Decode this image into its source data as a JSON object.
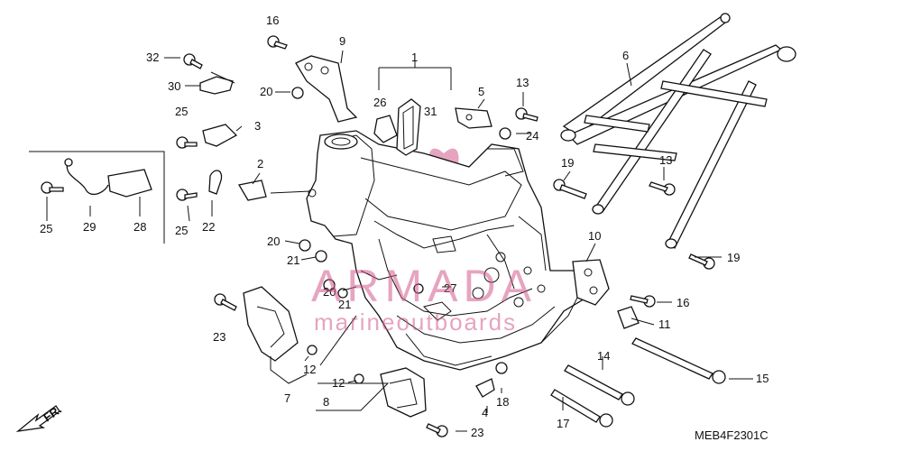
{
  "diagram": {
    "code": "MEB4F2301C",
    "direction_label": "FR.",
    "watermark": {
      "brand": "ARMADA",
      "tagline": "marineoutboards",
      "color": "#d15a8c"
    },
    "callouts": [
      "1",
      "2",
      "3",
      "4",
      "5",
      "6",
      "7",
      "8",
      "9",
      "10",
      "11",
      "12",
      "12",
      "13",
      "13",
      "14",
      "15",
      "16",
      "16",
      "17",
      "18",
      "19",
      "19",
      "20",
      "20",
      "20",
      "21",
      "21",
      "22",
      "23",
      "23",
      "24",
      "25",
      "25",
      "26",
      "27",
      "28",
      "29",
      "30",
      "31",
      "32"
    ]
  }
}
